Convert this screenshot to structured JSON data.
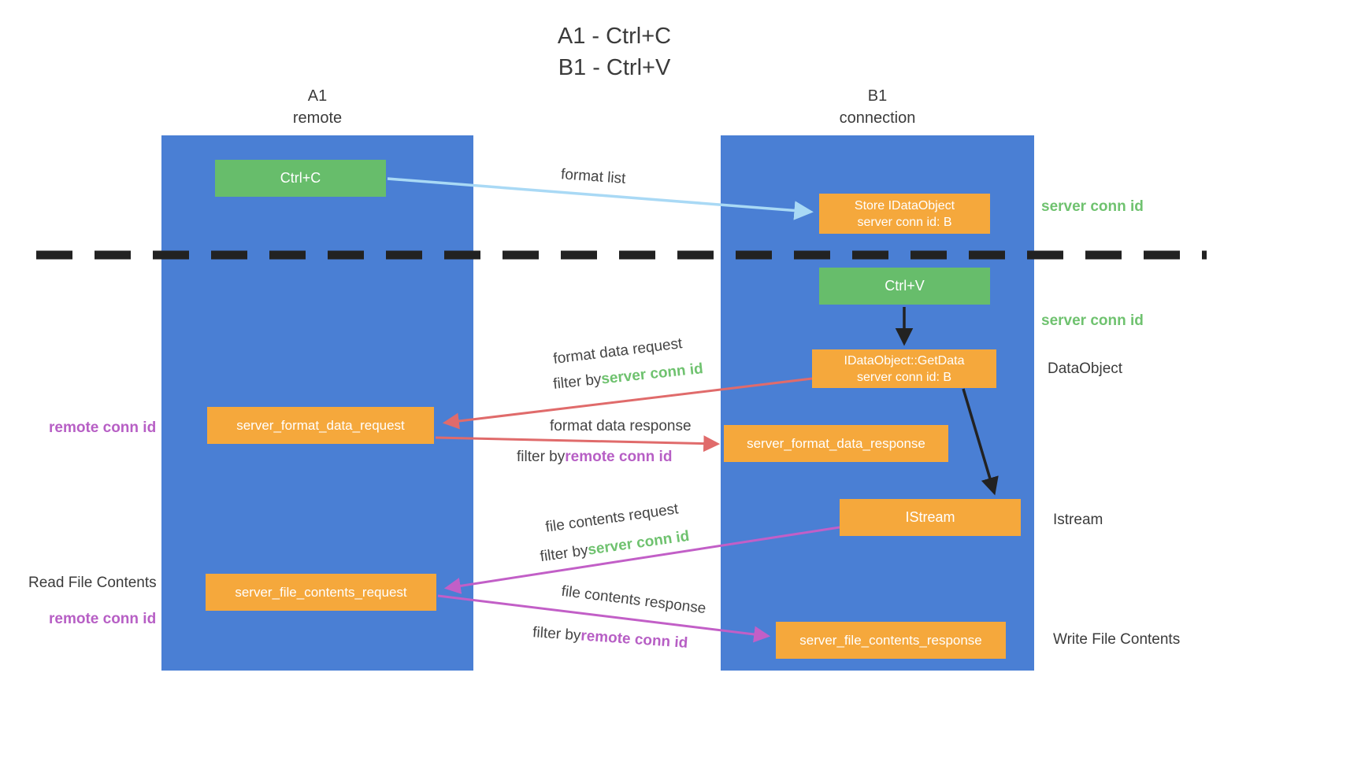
{
  "title": {
    "line1": "A1 - Ctrl+C",
    "line2": "B1 - Ctrl+V"
  },
  "lanes": {
    "left": {
      "name": "A1",
      "subtitle": "remote"
    },
    "right": {
      "name": "B1",
      "subtitle": "connection"
    }
  },
  "nodes": {
    "ctrl_c": {
      "label": "Ctrl+C"
    },
    "store_idataobject": {
      "line1": "Store IDataObject",
      "line2": "server conn id: B"
    },
    "ctrl_v": {
      "label": "Ctrl+V"
    },
    "getdata": {
      "line1": "IDataObject::GetData",
      "line2": "server conn id: B"
    },
    "server_format_data_request": {
      "label": "server_format_data_request"
    },
    "server_format_data_response": {
      "label": "server_format_data_response"
    },
    "istream": {
      "label": "IStream"
    },
    "server_file_contents_request": {
      "label": "server_file_contents_request"
    },
    "server_file_contents_response": {
      "label": "server_file_contents_response"
    }
  },
  "side_labels": {
    "server_conn_id_top": "server conn id",
    "server_conn_id_mid": "server conn id",
    "dataobject": "DataObject",
    "istream": "Istream",
    "write_file_contents": "Write File Contents",
    "remote_conn_id_top": "remote conn id",
    "read_file_contents": "Read File Contents",
    "remote_conn_id_bottom": "remote conn id"
  },
  "arrow_labels": {
    "format_list": "format list",
    "format_data_request": "format data request",
    "format_data_response": "format data response",
    "file_contents_request": "file contents request",
    "file_contents_response": "file contents response",
    "filter_by": "filter by",
    "filter_server_conn_id": "server conn id",
    "filter_remote_conn_id": "remote conn id"
  },
  "colors": {
    "lane_blue": "#4a7fd4",
    "box_green": "#67bd6b",
    "box_orange": "#f5a83c",
    "arrow_red": "#e06b6b",
    "arrow_purple": "#c25fc7",
    "arrow_lightblue": "#a9d9f5",
    "arrow_black": "#222222",
    "text_green": "#6fc26f",
    "text_purple": "#b75fc5"
  }
}
